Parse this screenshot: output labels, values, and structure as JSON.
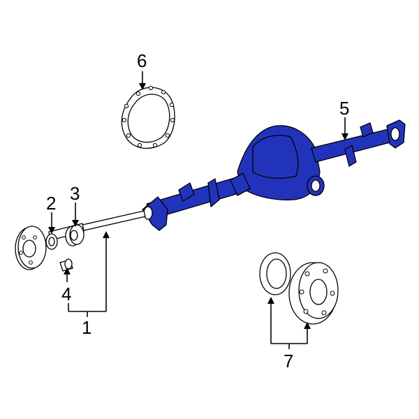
{
  "diagram": {
    "colors": {
      "highlight": "#2233bb",
      "line": "#000000",
      "background": "#ffffff"
    },
    "callouts": [
      {
        "id": "1",
        "label": "1"
      },
      {
        "id": "2",
        "label": "2"
      },
      {
        "id": "3",
        "label": "3"
      },
      {
        "id": "4",
        "label": "4"
      },
      {
        "id": "5",
        "label": "5"
      },
      {
        "id": "6",
        "label": "6"
      },
      {
        "id": "7",
        "label": "7"
      }
    ]
  }
}
